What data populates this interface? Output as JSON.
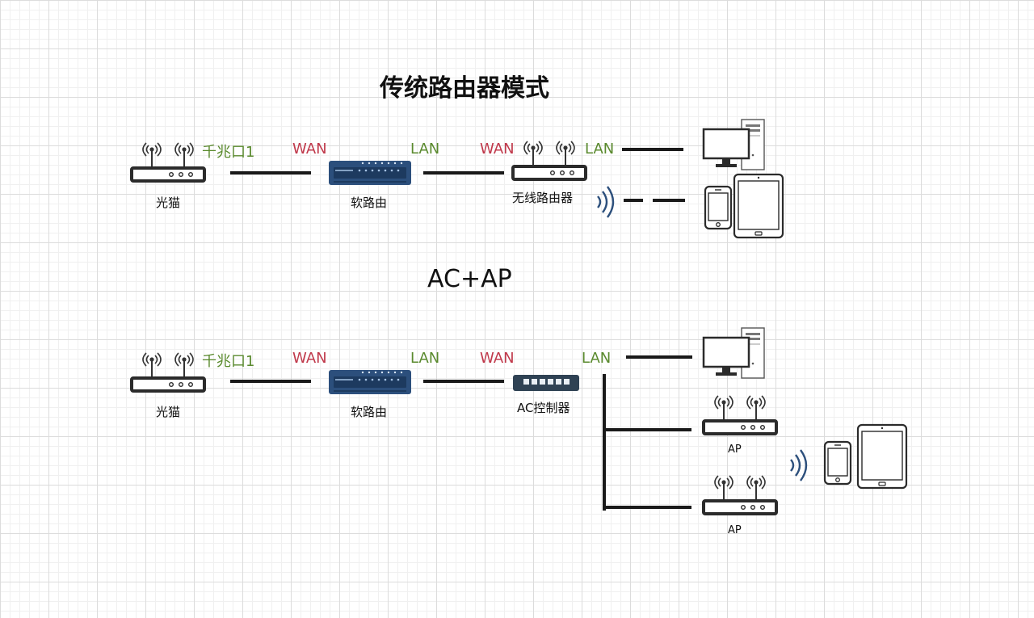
{
  "traditional": {
    "title": "传统路由器模式",
    "gigabit_port": "千兆口1",
    "wan1": "WAN",
    "lan1": "LAN",
    "wan2": "WAN",
    "lan2": "LAN",
    "modem_caption": "光猫",
    "soft_router_caption": "软路由",
    "wireless_router_caption": "无线路由器"
  },
  "acap": {
    "title": "AC+AP",
    "gigabit_port": "千兆口1",
    "wan1": "WAN",
    "lan1": "LAN",
    "wan2": "WAN",
    "lan2": "LAN",
    "modem_caption": "光猫",
    "soft_router_caption": "软路由",
    "ac_caption": "AC控制器",
    "ap1_caption": "AP",
    "ap2_caption": "AP"
  },
  "colors": {
    "lan_label": "#5a8a2e",
    "wan_label": "#c0394b",
    "soft_router_body": "#2c4f7c",
    "wifi_wave": "#2c4f7c"
  },
  "icons": {
    "modem": "router-icon",
    "soft_router": "soft-router-icon",
    "wireless_router": "router-icon",
    "ac_controller": "switch-icon",
    "ap": "router-icon",
    "desktop": "desktop-computer-icon",
    "phone": "phone-icon",
    "tablet": "tablet-icon",
    "wifi": "wifi-signal-icon"
  }
}
